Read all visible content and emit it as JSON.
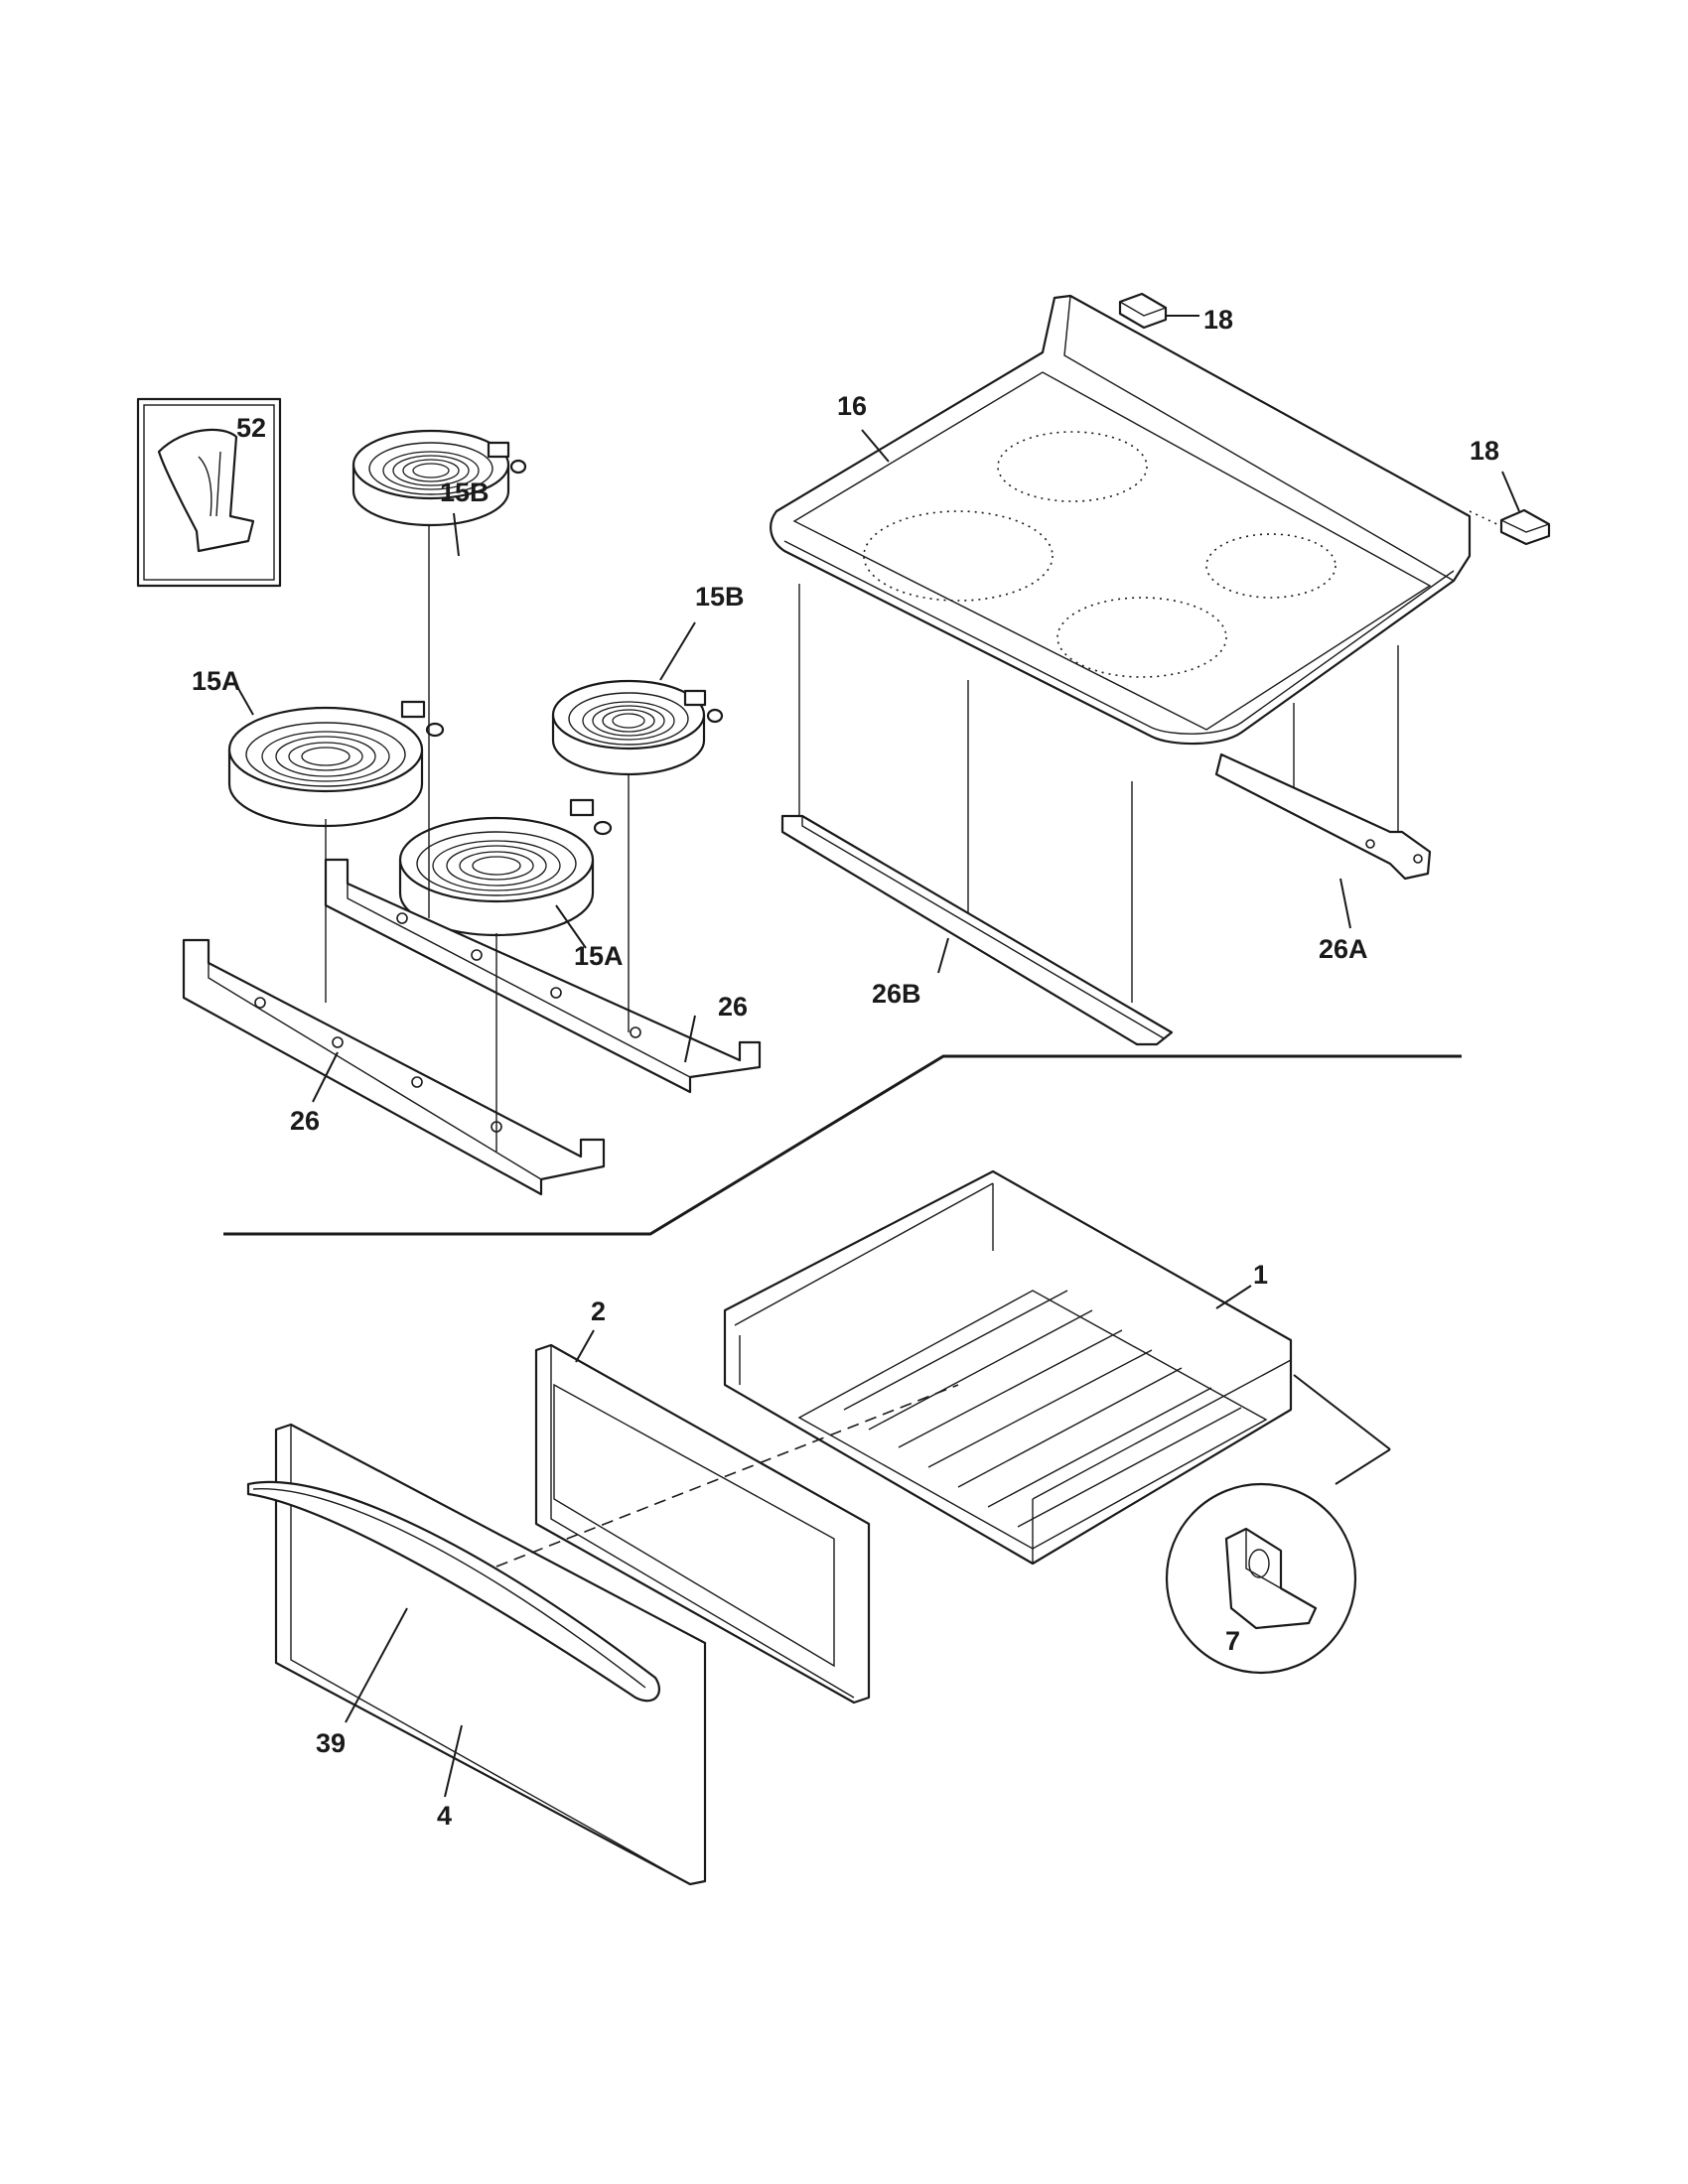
{
  "callouts": {
    "c52": "52",
    "c15b_top": "15B",
    "c15b_right": "15B",
    "c15a_left": "15A",
    "c15a_front": "15A",
    "c26_right": "26",
    "c26_left": "26",
    "c16": "16",
    "c18_top": "18",
    "c18_right": "18",
    "c26a": "26A",
    "c26b": "26B",
    "c1": "1",
    "c2": "2",
    "c7": "7",
    "c39": "39",
    "c4": "4"
  }
}
